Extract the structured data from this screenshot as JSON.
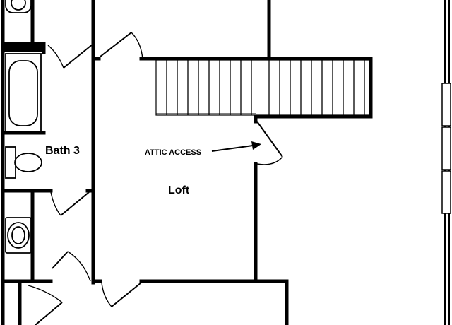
{
  "plan": {
    "rooms": {
      "bath": "Bath 3",
      "loft": "Loft"
    },
    "notes": {
      "attic": "ATTIC ACCESS"
    },
    "colors": {
      "wall": "#000000",
      "background": "#ffffff"
    }
  }
}
